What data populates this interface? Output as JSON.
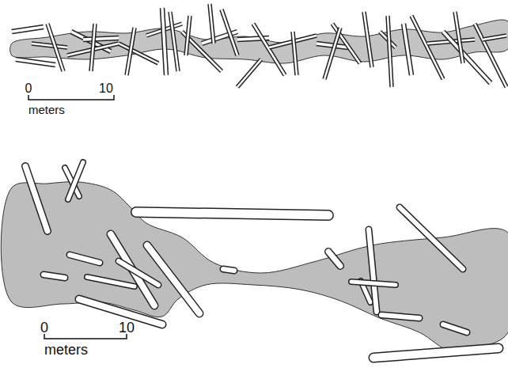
{
  "diagram": {
    "labels": [
      "0",
      "10",
      "meters",
      "0",
      "10",
      "meters"
    ]
  }
}
